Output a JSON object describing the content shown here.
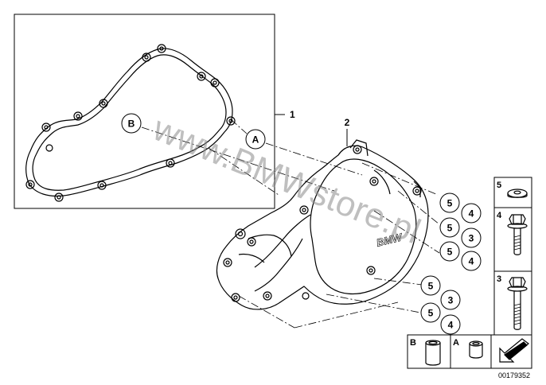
{
  "diagram": {
    "part_numbers": {
      "p1": "1",
      "p2": "2",
      "p3": "3",
      "p4": "4",
      "p5": "5"
    },
    "callouts": {
      "A": "A",
      "B": "B",
      "c5a": "5",
      "c4a": "4",
      "c5b": "5",
      "c3b": "3",
      "c5c": "5",
      "c4c": "4",
      "c5d": "5",
      "c3d": "3",
      "c5e": "5",
      "c4e": "4"
    },
    "legend": {
      "row5": "5",
      "row4": "4",
      "row3": "3",
      "boxB": "B",
      "boxA": "A"
    },
    "cover_logo": "BMW",
    "watermark": "www.BMWstore.pl",
    "drawing_number": "00179352"
  },
  "colors": {
    "line": "#000000",
    "watermark": "#8c8c8c",
    "background": "#ffffff"
  }
}
